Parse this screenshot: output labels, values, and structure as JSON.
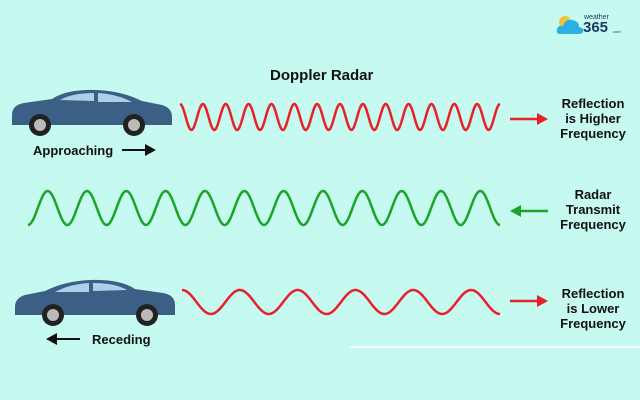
{
  "title": "Doppler Radar",
  "logo": {
    "word": "weather",
    "number": "365",
    "suffix": ".com"
  },
  "rows": [
    {
      "car_label": "Approaching",
      "car_direction": "right",
      "wave_color": "#e8202a",
      "wave_cycles": 14,
      "arrow_direction": "right",
      "label_lines": [
        "Reflection",
        "is Higher",
        "Frequency"
      ]
    },
    {
      "wave_color": "#1aa52a",
      "wave_cycles": 12,
      "arrow_direction": "left",
      "label_lines": [
        "Radar",
        "Transmit",
        "Frequency"
      ]
    },
    {
      "car_label": "Receding",
      "car_direction": "left",
      "wave_color": "#e8202a",
      "wave_cycles": 5.5,
      "arrow_direction": "right",
      "label_lines": [
        "Reflection",
        "is Lower",
        "Frequency"
      ]
    }
  ],
  "colors": {
    "background": "#c6f9ef",
    "car_body": "#3c5f86",
    "red": "#e8202a",
    "green": "#1aa52a"
  }
}
